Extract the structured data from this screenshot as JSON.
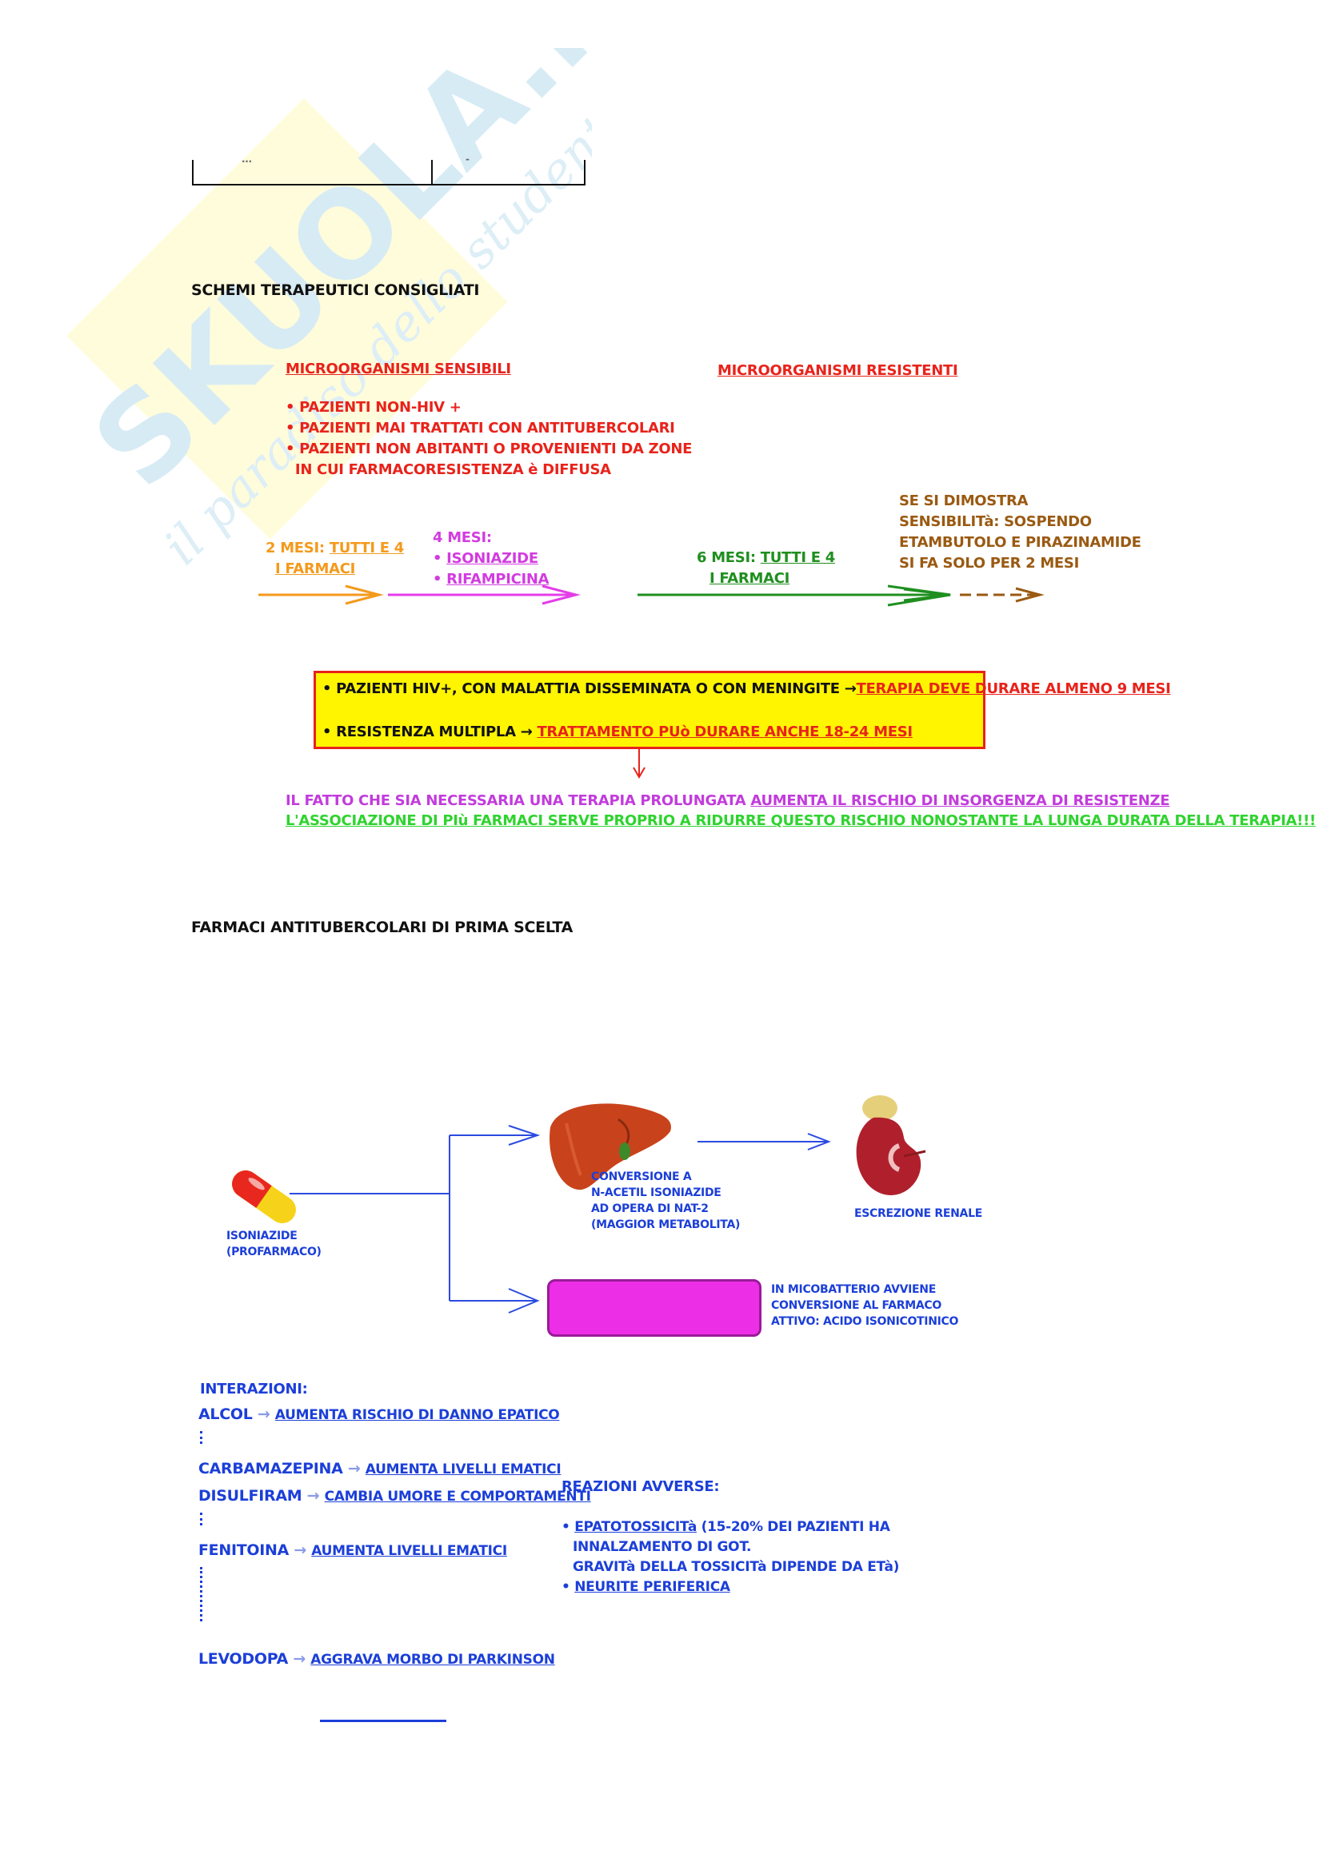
{
  "top_table": {
    "cell_left": "...",
    "cell_right": "-"
  },
  "watermark": {
    "brand": "SKUOLA.net",
    "tagline": "il paradiso dello studente"
  },
  "section1": {
    "title": "SCHEMI TERAPEUTICI CONSIGLIATI",
    "sensitive": {
      "heading": "MICROORGANISMI SENSIBILI",
      "bullets": [
        "• PAZIENTI NON-HIV +",
        "• PAZIENTI MAI TRATTATI CON ANTITUBERCOLARI",
        "• PAZIENTI NON ABITANTI O PROVENIENTI DA ZONE",
        "  IN CUI FARMACORESISTENZA è DIFFUSA"
      ]
    },
    "resistant": {
      "heading": "MICROORGANISMI RESISTENTI"
    },
    "phase1": {
      "line1_prefix": "2 MESI: ",
      "line1_u": "TUTTI E 4",
      "line2": "I FARMACI"
    },
    "phase2": {
      "line1": "4 MESI:",
      "line2": "ISONIAZIDE",
      "line3": "RIFAMPICINA",
      "bullet": "• "
    },
    "phase3": {
      "line1_prefix": "6 MESI: ",
      "line1_u": "TUTTI E 4",
      "line2": "I FARMACI"
    },
    "note": {
      "lines": [
        "SE SI DIMOSTRA",
        "SENSIBILITà: SOSPENDO",
        "ETAMBUTOLO E PIRAZINAMIDE",
        "SI FA SOLO PER 2 MESI"
      ]
    },
    "box": {
      "row1_prefix": "• PAZIENTI HIV+, CON MALATTIA DISSEMINATA O CON MENINGITE →",
      "row1_u": "TERAPIA DEVE DURARE ALMENO 9 MESI",
      "row2_prefix": "• RESISTENZA MULTIPLA → ",
      "row2_u": "TRATTAMENTO PUò DURARE ANCHE 18-24 MESI"
    },
    "conclusion": {
      "line1_prefix": "IL FATTO CHE SIA NECESSARIA UNA TERAPIA PROLUNGATA ",
      "line1_u": "AUMENTA IL RISCHIO DI INSORGENZA DI RESISTENZE",
      "line2": "L'ASSOCIAZIONE DI PIù FARMACI SERVE PROPRIO A RIDURRE QUESTO RISCHIO NONOSTANTE LA LUNGA DURATA DELLA TERAPIA!!!"
    }
  },
  "section2": {
    "title": "FARMACI ANTITUBERCOLARI DI PRIMA SCELTA",
    "pill": {
      "line1": "ISONIAZIDE",
      "line2": "(PROFARMACO)"
    },
    "liver": {
      "lines": [
        "CONVERSIONE A",
        "N-ACETIL ISONIAZIDE",
        "AD OPERA DI NAT-2",
        "(MAGGIOR METABOLITA)"
      ]
    },
    "kidney": {
      "label": "ESCREZIONE RENALE"
    },
    "myco": {
      "lines": [
        "IN MICOBATTERIO AVVIENE",
        "CONVERSIONE AL FARMACO",
        "ATTIVO: ACIDO ISONICOTINICO"
      ]
    },
    "interactions": {
      "heading": "INTERAZIONI:",
      "items": [
        {
          "drug": "ALCOL",
          "effect": "AUMENTA RISCHIO DI DANNO EPATICO"
        },
        {
          "drug": "CARBAMAZEPINA",
          "effect": "AUMENTA LIVELLI EMATICI"
        },
        {
          "drug": "DISULFIRAM",
          "effect": "CAMBIA UMORE E COMPORTAMENTI"
        },
        {
          "drug": "FENITOINA",
          "effect": "AUMENTA LIVELLI EMATICI"
        },
        {
          "drug": "LEVODOPA",
          "effect": "AGGRAVA MORBO DI PARKINSON"
        }
      ],
      "arrow": " → "
    },
    "adverse": {
      "heading": "REAZIONI AVVERSE:",
      "item1_u": "EPATOTOSSICITà",
      "item1_rest": " (15-20% DEI PAZIENTI HA",
      "item1_l2": "INNALZAMENTO DI GOT.",
      "item1_l3": "GRAVITà DELLA TOSSICITà DIPENDE DA ETà)",
      "item2_u": "NEURITE PERIFERICA",
      "bullet": "• "
    }
  }
}
